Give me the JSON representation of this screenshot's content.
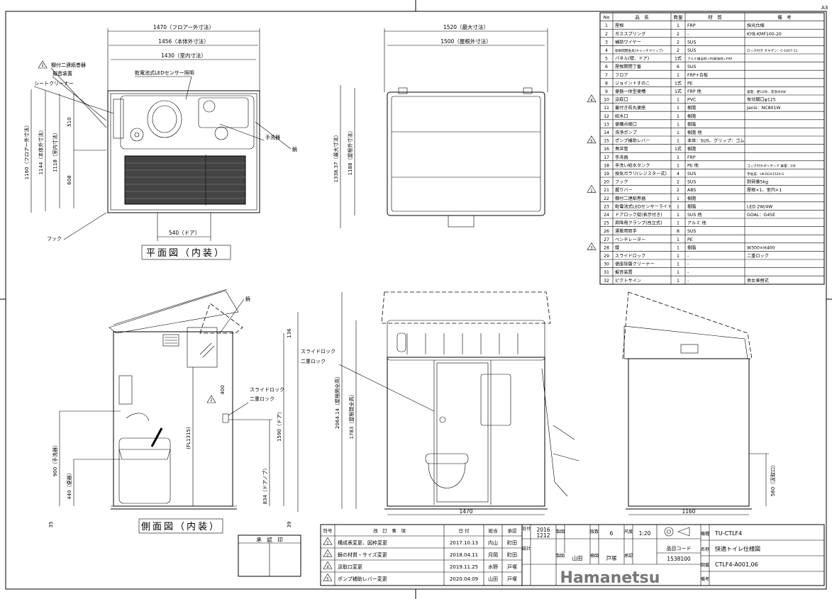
{
  "sheet_size": "A3",
  "plan_view": {
    "title": "平面図（内装）",
    "dims": {
      "floor_outer_w": "1470（フロアー外寸法）",
      "body_outer_w": "1456（本体外寸法）",
      "room_inner_w": "1430（室内寸法）",
      "floor_outer_h": "1160（フロアー外寸法）",
      "body_outer_h": "1144（本体外寸法）",
      "room_inner_h": "1118（室内寸法）",
      "upper_h": "510",
      "lower_h": "608",
      "door_w": "540（ドア）"
    },
    "labels": {
      "paper_holder": "棚付二連紙巻器",
      "sound_device": "擬音装置",
      "seat_cleaner": "シートクリーナー",
      "led_light": "乾電池式LEDセンサー照明",
      "hand_basin": "手洗器",
      "mirror": "鏡",
      "hook": "フック"
    }
  },
  "top_view": {
    "dims": {
      "max_w": "1520（最大寸法）",
      "roof_outer_w": "1500（屋根外寸法）",
      "max_h": "1338.37（最大寸法）",
      "roof_outer_h": "1188（屋根外寸法）"
    }
  },
  "side_view": {
    "title": "側面図（内装）",
    "dims": {
      "roof_h": "136",
      "fl_h": "(FL1315)",
      "dim_400": "400",
      "door_h": "1590（ドア）",
      "knob_h": "834（ドアノブ）",
      "basin_h": "900（手洗器）",
      "seat_h": "440（便器）",
      "base_35": "35",
      "base_39": "39"
    },
    "labels": {
      "mirror": "鏡",
      "slide_lock": "スライドロック",
      "double_lock": "二重ロック"
    }
  },
  "front_view": {
    "dims": {
      "open_full_h": "2064.14（屋根開全高）",
      "closed_full_h": "1783（屋根閉全高）",
      "width": "1470"
    },
    "labels": {
      "slide_lock": "スライドロック",
      "double_lock": "二重ロック"
    }
  },
  "right_view": {
    "dims": {
      "width": "1160",
      "drain_h": "560（汲取口）"
    }
  },
  "parts_table": {
    "headers": [
      "No",
      "品　名",
      "数量",
      "材　質",
      "備　考"
    ],
    "rows": [
      [
        "1",
        "屋根",
        "1",
        "FRP",
        "採光仕様"
      ],
      [
        "2",
        "ガススプリング",
        "2",
        "-",
        "KYB:KMF100-20"
      ],
      [
        "3",
        "補助ワイヤー",
        "2",
        "SUS",
        ""
      ],
      [
        "4",
        "屋根開閉金具(キャッチクリップ)",
        "2",
        "SUS",
        "ロック付き タキゲン：C-1007-11"
      ],
      [
        "5",
        "パネル(壁、ドア)",
        "1式",
        "アルミ複合材+PS発泡材+FRP",
        ""
      ],
      [
        "6",
        "屋根開閉丁番",
        "6",
        "SUS",
        ""
      ],
      [
        "7",
        "フロア",
        "1",
        "FRP+合板",
        ""
      ],
      [
        "8",
        "ジョイントすのこ",
        "1式",
        "PE",
        ""
      ],
      [
        "9",
        "便器一体型便槽",
        "1式",
        "FRP 他",
        "容量：便120ℓ、洗浄水40ℓ"
      ],
      [
        "10",
        "汲取口",
        "1",
        "PVC",
        "有効開口φ125"
      ],
      [
        "11",
        "蓋付き前丸便座",
        "1",
        "樹脂",
        "Janis：NC801W"
      ],
      [
        "12",
        "給水口",
        "1",
        "樹脂",
        ""
      ],
      [
        "13",
        "便槽点検口",
        "1",
        "樹脂",
        ""
      ],
      [
        "14",
        "洗浄ポンプ",
        "1",
        "樹脂 他",
        ""
      ],
      [
        "15",
        "ポンプ補助レバー",
        "1",
        "本体：SUS、グリップ：ゴム",
        ""
      ],
      [
        "16",
        "臭突管",
        "1式",
        "樹脂",
        ""
      ],
      [
        "17",
        "手洗器",
        "1",
        "FRP",
        ""
      ],
      [
        "18",
        "手洗い給水タンク",
        "1",
        "PE 他",
        "コック付きポリタンク 容量：10ℓ"
      ],
      [
        "19",
        "換気ガラリ(レジスター式)",
        "4",
        "SUS",
        "宇佐美：UK-RGA1520-S"
      ],
      [
        "20",
        "フック",
        "2",
        "SUS",
        "耐荷重5kg"
      ],
      [
        "21",
        "握りバー",
        "2",
        "ABS",
        "屋根×1、室内×1"
      ],
      [
        "22",
        "棚付二連紙巻器",
        "1",
        "樹脂",
        ""
      ],
      [
        "23",
        "乾電池式LEDセンサーライト",
        "1",
        "樹脂",
        "LED 2W/4W"
      ],
      [
        "24",
        "ドアロック錠(表示付き)",
        "1",
        "SUS 他",
        "GOAL：G45E"
      ],
      [
        "25",
        "昇降用クランプ(自立式)",
        "1",
        "アルミ 他",
        ""
      ],
      [
        "26",
        "運搬用取手",
        "8",
        "SUS",
        ""
      ],
      [
        "27",
        "ベンチレーター",
        "1",
        "PE",
        ""
      ],
      [
        "28",
        "鏡",
        "1",
        "樹脂",
        "W300×H400"
      ],
      [
        "29",
        "スライドロック",
        "1",
        "-",
        "二重ロック"
      ],
      [
        "30",
        "便座除菌クリーナー",
        "1",
        "-",
        ""
      ],
      [
        "31",
        "擬音装置",
        "1",
        "-",
        ""
      ],
      [
        "32",
        "ピクトサイン",
        "1",
        "-",
        "男女差替式"
      ]
    ],
    "rev_marks": {
      "row10": "4",
      "row15": "5",
      "row21": "1",
      "row28": "3"
    }
  },
  "revision_table": {
    "headers": [
      "符号",
      "改　訂　事　項",
      "日 付",
      "担当",
      "承認"
    ],
    "rows": [
      [
        "1",
        "構成表変更、図枠変更",
        "2017.10.13",
        "内山",
        "町田"
      ],
      [
        "2",
        "鏡の材質・サイズ変更",
        "2018.04.11",
        "月岡",
        "町田"
      ],
      [
        "4",
        "汲取口変更",
        "2019.11.25",
        "水野",
        "戸塚"
      ],
      [
        "5",
        "ポンプ補助レバー変更",
        "2020.04.09",
        "山田",
        "戸塚"
      ]
    ]
  },
  "approval": {
    "label": "承　認　印"
  },
  "title_block": {
    "date_label": "日付",
    "date_year": "2016",
    "date_md": "1212",
    "drafted_label": "製図",
    "designed_label": "設計",
    "drafter": "山田",
    "checked_label": "検図",
    "checker": "戸塚",
    "sheets_label": "版数",
    "sheets": "6",
    "scale_label": "尺度",
    "scale": "1:20",
    "approved_label": "承認",
    "code_label": "品目コード",
    "code": "1538100",
    "model_label": "機種",
    "model": "TU-CTLF4",
    "name_label": "名称",
    "name": "快適トイレ仕様図",
    "drawing_no_label": "図番",
    "drawing_no": "CTLF4-A001,06",
    "remarks_label": "備考",
    "brand": "Hamanetsu"
  }
}
